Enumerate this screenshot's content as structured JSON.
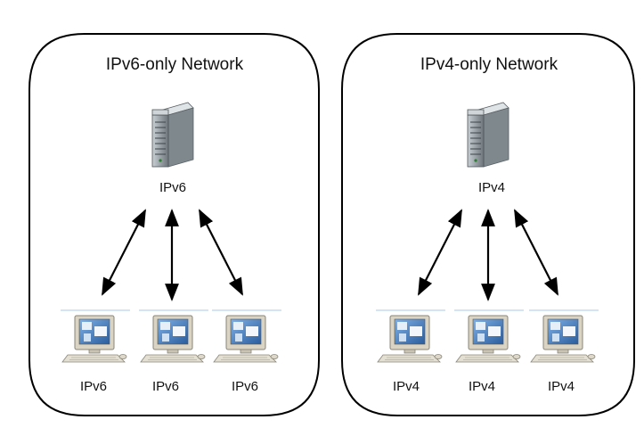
{
  "networks": [
    {
      "title": "IPv6-only Network",
      "server_label": "IPv6",
      "clients": [
        "IPv6",
        "IPv6",
        "IPv6"
      ]
    },
    {
      "title": "IPv4-only Network",
      "server_label": "IPv4",
      "clients": [
        "IPv4",
        "IPv4",
        "IPv4"
      ]
    }
  ],
  "icons": {
    "server": "server-tower-icon",
    "client": "desktop-computer-icon"
  },
  "colors": {
    "border": "#000000",
    "server_body": "#9aa3a8",
    "monitor_frame": "#d9d4c4",
    "screen": "#3a6fb0"
  }
}
